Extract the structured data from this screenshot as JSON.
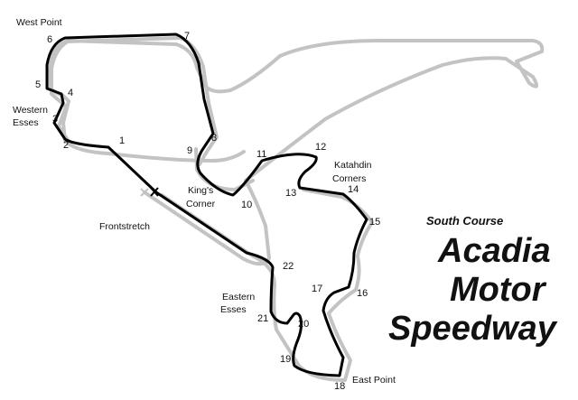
{
  "map": {
    "subtitle": "South Course",
    "title_lines": [
      "Acadia",
      "Motor",
      "Speedway"
    ],
    "turns": [
      "1",
      "2",
      "3",
      "4",
      "5",
      "6",
      "7",
      "8",
      "9",
      "10",
      "11",
      "12",
      "13",
      "14",
      "15",
      "16",
      "17",
      "18",
      "19",
      "20",
      "21",
      "22"
    ],
    "places": {
      "west_point": "West Point",
      "western_esses": [
        "Western",
        "Esses"
      ],
      "frontstretch": "Frontstretch",
      "kings_corner": [
        "King's",
        "Corner"
      ],
      "katahdin_corners": [
        "Katahdin",
        "Corners"
      ],
      "eastern_esses": [
        "Eastern",
        "Esses"
      ],
      "east_point": "East Point"
    },
    "colors": {
      "active_course": "#000000",
      "other_circuit": "#c3c3c3",
      "start_finish_marker": "#000000"
    }
  }
}
